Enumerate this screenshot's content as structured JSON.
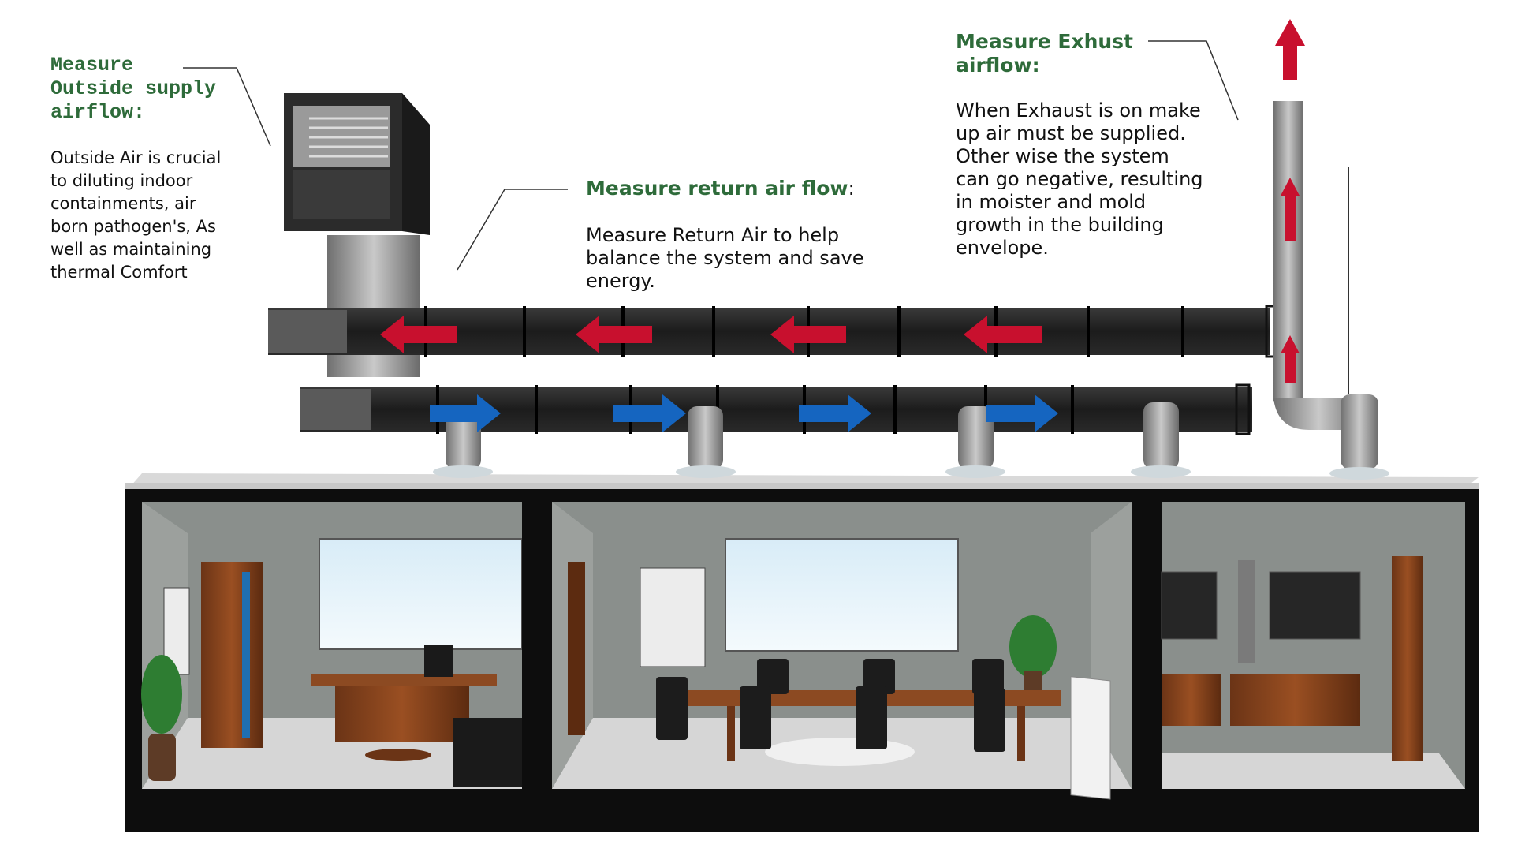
{
  "callouts": {
    "outside_supply": {
      "heading": "Measure\nOutside supply\nairflow:",
      "body": "Outside Air is crucial\nto diluting indoor\ncontainments, air\nborn pathogen's, As\nwell as maintaining\nthermal Comfort"
    },
    "return_air": {
      "heading": "Measure return air flow",
      "colon": ":",
      "body": "Measure Return Air to help\nbalance the system and save\nenergy."
    },
    "exhaust": {
      "heading": "Measure Exhust\nairflow:",
      "body": "When Exhaust is on make\nup air must be supplied.\nOther wise the system\ncan go negative, resulting\nin moister and mold\ngrowth in the building\nenvelope."
    }
  },
  "colors": {
    "heading_green": "#2e6b3a",
    "return_arrow_red": "#c8102e",
    "supply_arrow_blue": "#1565c0",
    "exhaust_arrow_red": "#c8102e"
  }
}
